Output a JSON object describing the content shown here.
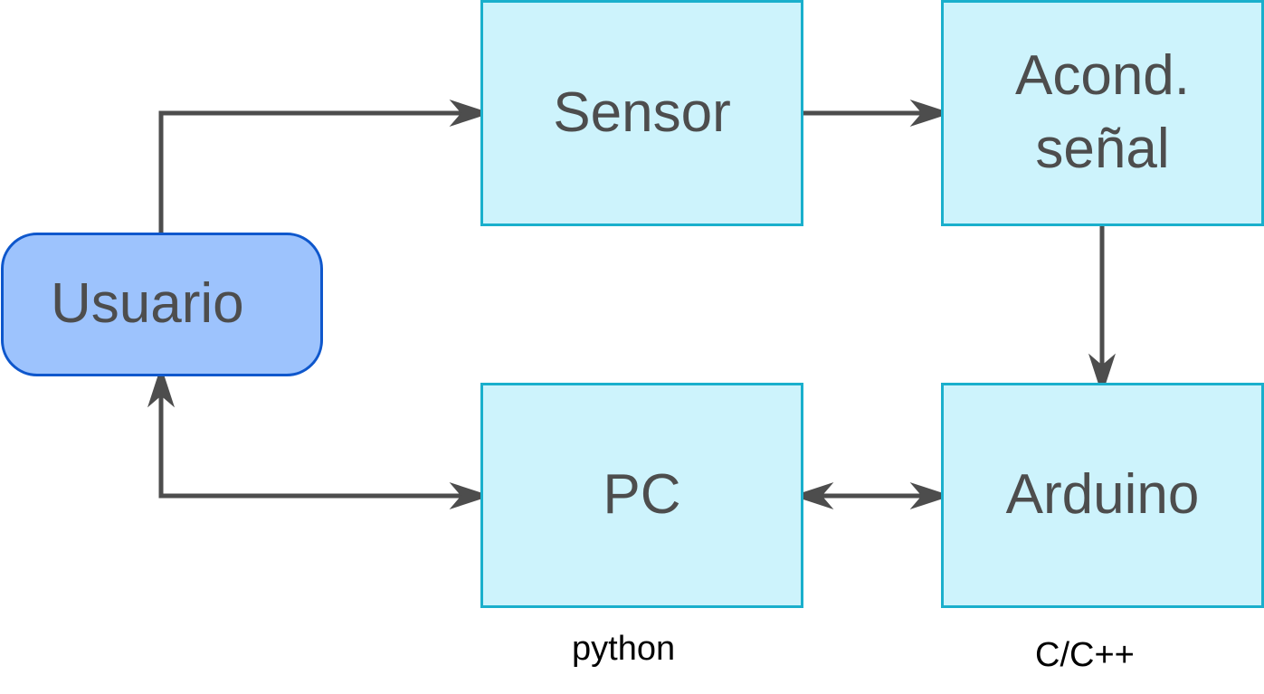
{
  "nodes": {
    "usuario": "Usuario",
    "sensor": "Sensor",
    "acond_line1": "Acond.",
    "acond_line2": "señal",
    "pc": "PC",
    "arduino": "Arduino"
  },
  "captions": {
    "pc_language": "python",
    "arduino_language": "C/C++"
  },
  "colors": {
    "box_fill": "#cdf3fc",
    "box_border": "#1aafcc",
    "user_fill": "#9dc3fd",
    "user_border": "#0e57cc",
    "arrow": "#4d4d4d",
    "node_text": "#4d4d4d"
  },
  "edges": [
    {
      "from": "Usuario",
      "to": "Sensor",
      "direction": "forward"
    },
    {
      "from": "Sensor",
      "to": "Acond. señal",
      "direction": "forward"
    },
    {
      "from": "Acond. señal",
      "to": "Arduino",
      "direction": "forward"
    },
    {
      "from": "Arduino",
      "to": "PC",
      "direction": "bidirectional"
    },
    {
      "from": "PC",
      "to": "Usuario",
      "direction": "bidirectional"
    }
  ]
}
